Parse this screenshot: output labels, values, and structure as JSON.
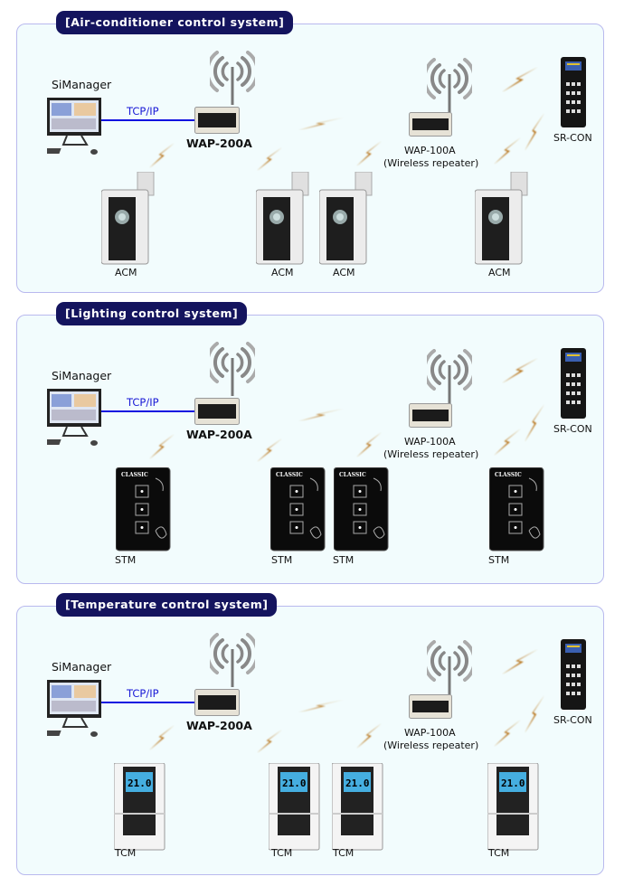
{
  "colors": {
    "panel_border": "#b9b9ee",
    "panel_bg": "#f2fcfd",
    "title_bg": "#14145e",
    "link_line": "#1010e0",
    "bolt": "#b8741a"
  },
  "common": {
    "simanager": "SiManager",
    "tcpip": "TCP/IP",
    "wap200": "WAP-200A",
    "wap100": "WAP-100A",
    "wap100_sub": "(Wireless repeater)",
    "srcon": "SR-CON"
  },
  "panels": [
    {
      "title": "[Air-conditioner control system]",
      "device": "ACM",
      "device_type": "acm",
      "labels": [
        "ACM",
        "ACM",
        "ACM",
        "ACM"
      ]
    },
    {
      "title": "[Lighting control system]",
      "device": "STM",
      "device_type": "stm",
      "labels": [
        "STM",
        "STM",
        "STM",
        "STM"
      ],
      "product_text": "CLASSIC"
    },
    {
      "title": "[Temperature control system]",
      "device": "TCM",
      "device_type": "tcm",
      "labels": [
        "TCM",
        "TCM",
        "TCM",
        "TCM"
      ],
      "screen_text": "21.0"
    }
  ]
}
